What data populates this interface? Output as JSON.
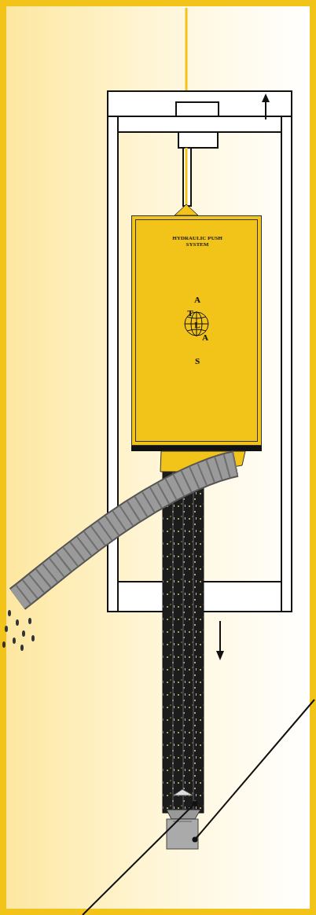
{
  "diagram": {
    "nodes": [
      {
        "text": [
          "HYDRAULIC PUSH SYSTEM",
          "A",
          "T",
          "L",
          "A",
          "S"
        ]
      }
    ]
  }
}
